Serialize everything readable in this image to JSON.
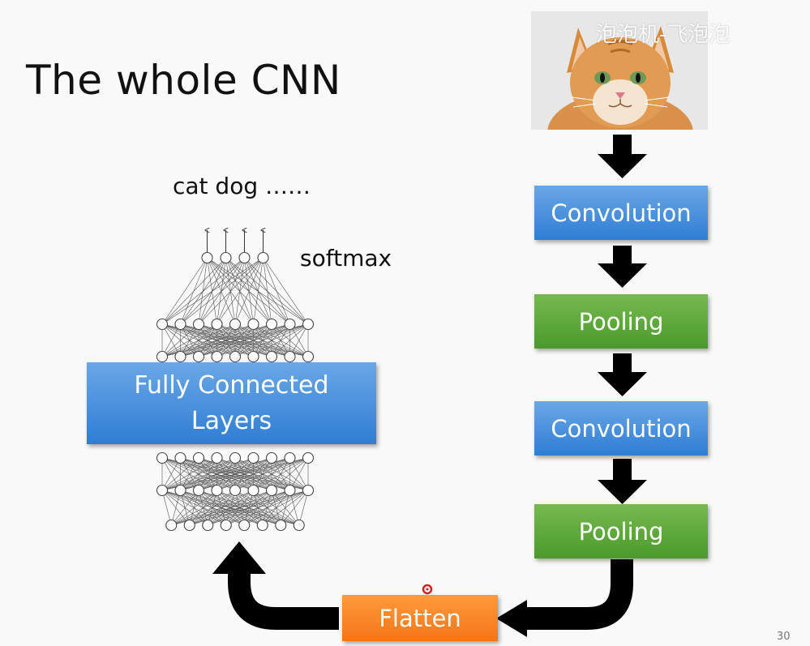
{
  "title": "The whole CNN",
  "outputs_label": "cat dog ……",
  "softmax_label": "softmax",
  "fully_connected_label_line1": "Fully Connected",
  "fully_connected_label_line2": "Layers",
  "pipeline": {
    "conv1": "Convolution",
    "pool1": "Pooling",
    "conv2": "Convolution",
    "pool2": "Pooling",
    "flatten": "Flatten"
  },
  "watermark": "泡泡机-飞泡泡",
  "page_number": "30",
  "colors": {
    "convolution": "#3a85d8",
    "pooling": "#56a533",
    "flatten": "#f47f1e",
    "arrows": "#000000"
  }
}
